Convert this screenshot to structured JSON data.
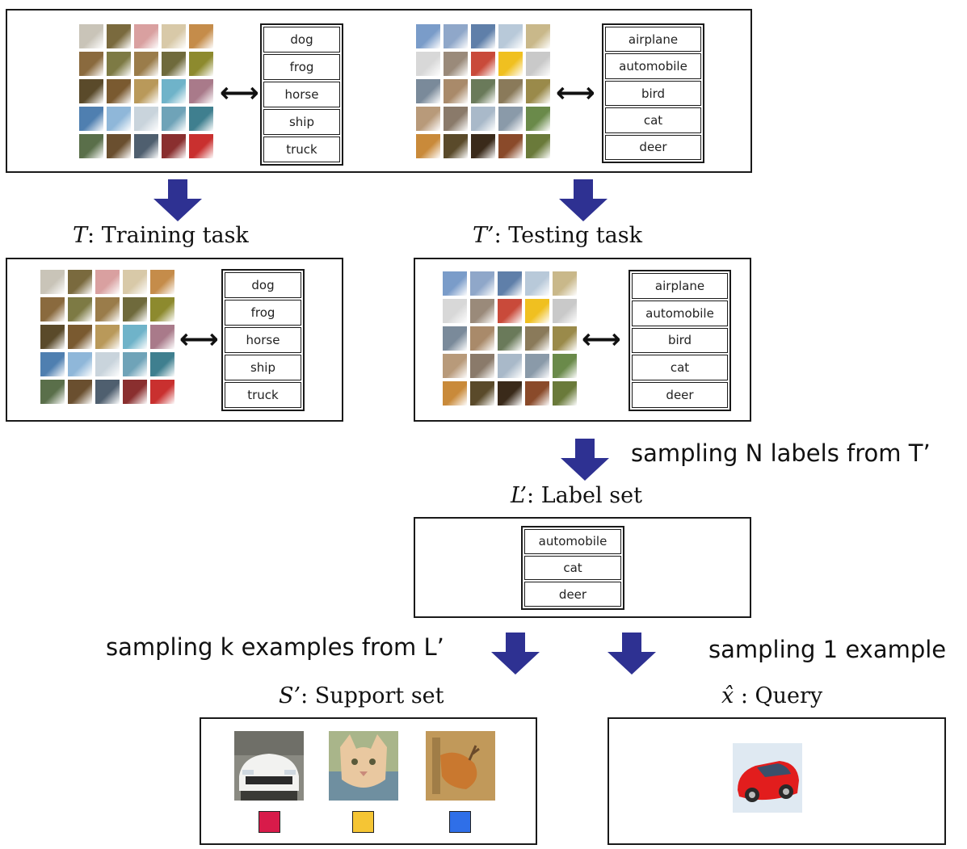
{
  "top_left_labels": [
    "dog",
    "frog",
    "horse",
    "ship",
    "truck"
  ],
  "top_right_labels": [
    "airplane",
    "automobile",
    "bird",
    "cat",
    "deer"
  ],
  "train_labels": [
    "dog",
    "frog",
    "horse",
    "ship",
    "truck"
  ],
  "test_labels": [
    "airplane",
    "automobile",
    "bird",
    "cat",
    "deer"
  ],
  "label_set_labels": [
    "automobile",
    "cat",
    "deer"
  ],
  "captions": {
    "train_sym": "T",
    "train_rest": ": Training task",
    "test_sym": "T’",
    "test_rest": ": Testing task",
    "labelset_sym": "L’",
    "labelset_rest": ": Label set",
    "support_sym": "S’",
    "support_rest": ": Support set",
    "query_sym": "x̂",
    "query_rest": " : Query"
  },
  "notes": {
    "sample_labels": "sampling N labels from T’",
    "sample_k": "sampling k examples from L’",
    "sample_one": "sampling 1 example"
  },
  "colors": {
    "arrow": "#2e3192",
    "swatch_red": "#d81b4a",
    "swatch_yellow": "#f5c534",
    "swatch_blue": "#2f6fe8"
  },
  "palettes": {
    "animals_left": [
      [
        "#c9c4b8",
        "#7a6a3e",
        "#d9a0a0",
        "#d8c9a8",
        "#c58c4a"
      ],
      [
        "#8a6a3e",
        "#7d7a44",
        "#9a7c4a",
        "#6f6a3c",
        "#8d8a2e"
      ],
      [
        "#5a4a2a",
        "#7a5a30",
        "#b9995a",
        "#6fb3c9",
        "#a97a8a"
      ],
      [
        "#4f7fb0",
        "#8fb7d9",
        "#c9d4dc",
        "#6fa3b8",
        "#3f7f8f"
      ],
      [
        "#5a6f4a",
        "#6a4f2f",
        "#4f5f6f",
        "#8a2f2f",
        "#c9302f"
      ]
    ],
    "objects_right": [
      [
        "#7a9cc9",
        "#8fa7c9",
        "#5f7fa9",
        "#b8c9d9",
        "#c9b88a"
      ],
      [
        "#d8d8d8",
        "#9a8a7a",
        "#c94a3a",
        "#f0c020",
        "#c9c9c9"
      ],
      [
        "#7a8a9a",
        "#a98a6a",
        "#6a7a5a",
        "#8a7a5a",
        "#9a8a4a"
      ],
      [
        "#b89a7a",
        "#8a7a6a",
        "#a9b9c9",
        "#8a9aa9",
        "#6a8a4a"
      ],
      [
        "#c98a3a",
        "#5a4a2a",
        "#3a2a1a",
        "#8a4a2a",
        "#6a7a3a"
      ]
    ]
  }
}
